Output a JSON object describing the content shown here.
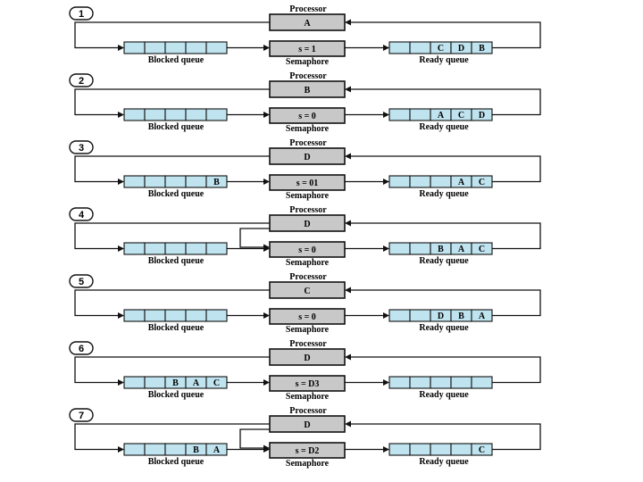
{
  "labels": {
    "processor": "Processor",
    "semaphore": "Semaphore",
    "blocked_queue": "Blocked queue",
    "ready_queue": "Ready queue"
  },
  "panels": [
    {
      "step": "1",
      "processor": "A",
      "semaphore": "s = 1",
      "blocked": [
        "",
        "",
        "",
        "",
        ""
      ],
      "ready": [
        "",
        "",
        "C",
        "D",
        "B"
      ],
      "inner_loop": false
    },
    {
      "step": "2",
      "processor": "B",
      "semaphore": "s = 0",
      "blocked": [
        "",
        "",
        "",
        "",
        ""
      ],
      "ready": [
        "",
        "",
        "A",
        "C",
        "D"
      ],
      "inner_loop": false
    },
    {
      "step": "3",
      "processor": "D",
      "semaphore": "s = 01",
      "blocked": [
        "",
        "",
        "",
        "",
        "B"
      ],
      "ready": [
        "",
        "",
        "",
        "A",
        "C"
      ],
      "inner_loop": false
    },
    {
      "step": "4",
      "processor": "D",
      "semaphore": "s = 0",
      "blocked": [
        "",
        "",
        "",
        "",
        ""
      ],
      "ready": [
        "",
        "",
        "B",
        "A",
        "C"
      ],
      "inner_loop": true
    },
    {
      "step": "5",
      "processor": "C",
      "semaphore": "s = 0",
      "blocked": [
        "",
        "",
        "",
        "",
        ""
      ],
      "ready": [
        "",
        "",
        "D",
        "B",
        "A"
      ],
      "inner_loop": false
    },
    {
      "step": "6",
      "processor": "D",
      "semaphore": "s = D3",
      "blocked": [
        "",
        "",
        "B",
        "A",
        "C"
      ],
      "ready": [
        "",
        "",
        "",
        "",
        ""
      ],
      "inner_loop": false
    },
    {
      "step": "7",
      "processor": "D",
      "semaphore": "s = D2",
      "blocked": [
        "",
        "",
        "",
        "B",
        "A"
      ],
      "ready": [
        "",
        "",
        "",
        "",
        "C"
      ],
      "inner_loop": true
    }
  ]
}
